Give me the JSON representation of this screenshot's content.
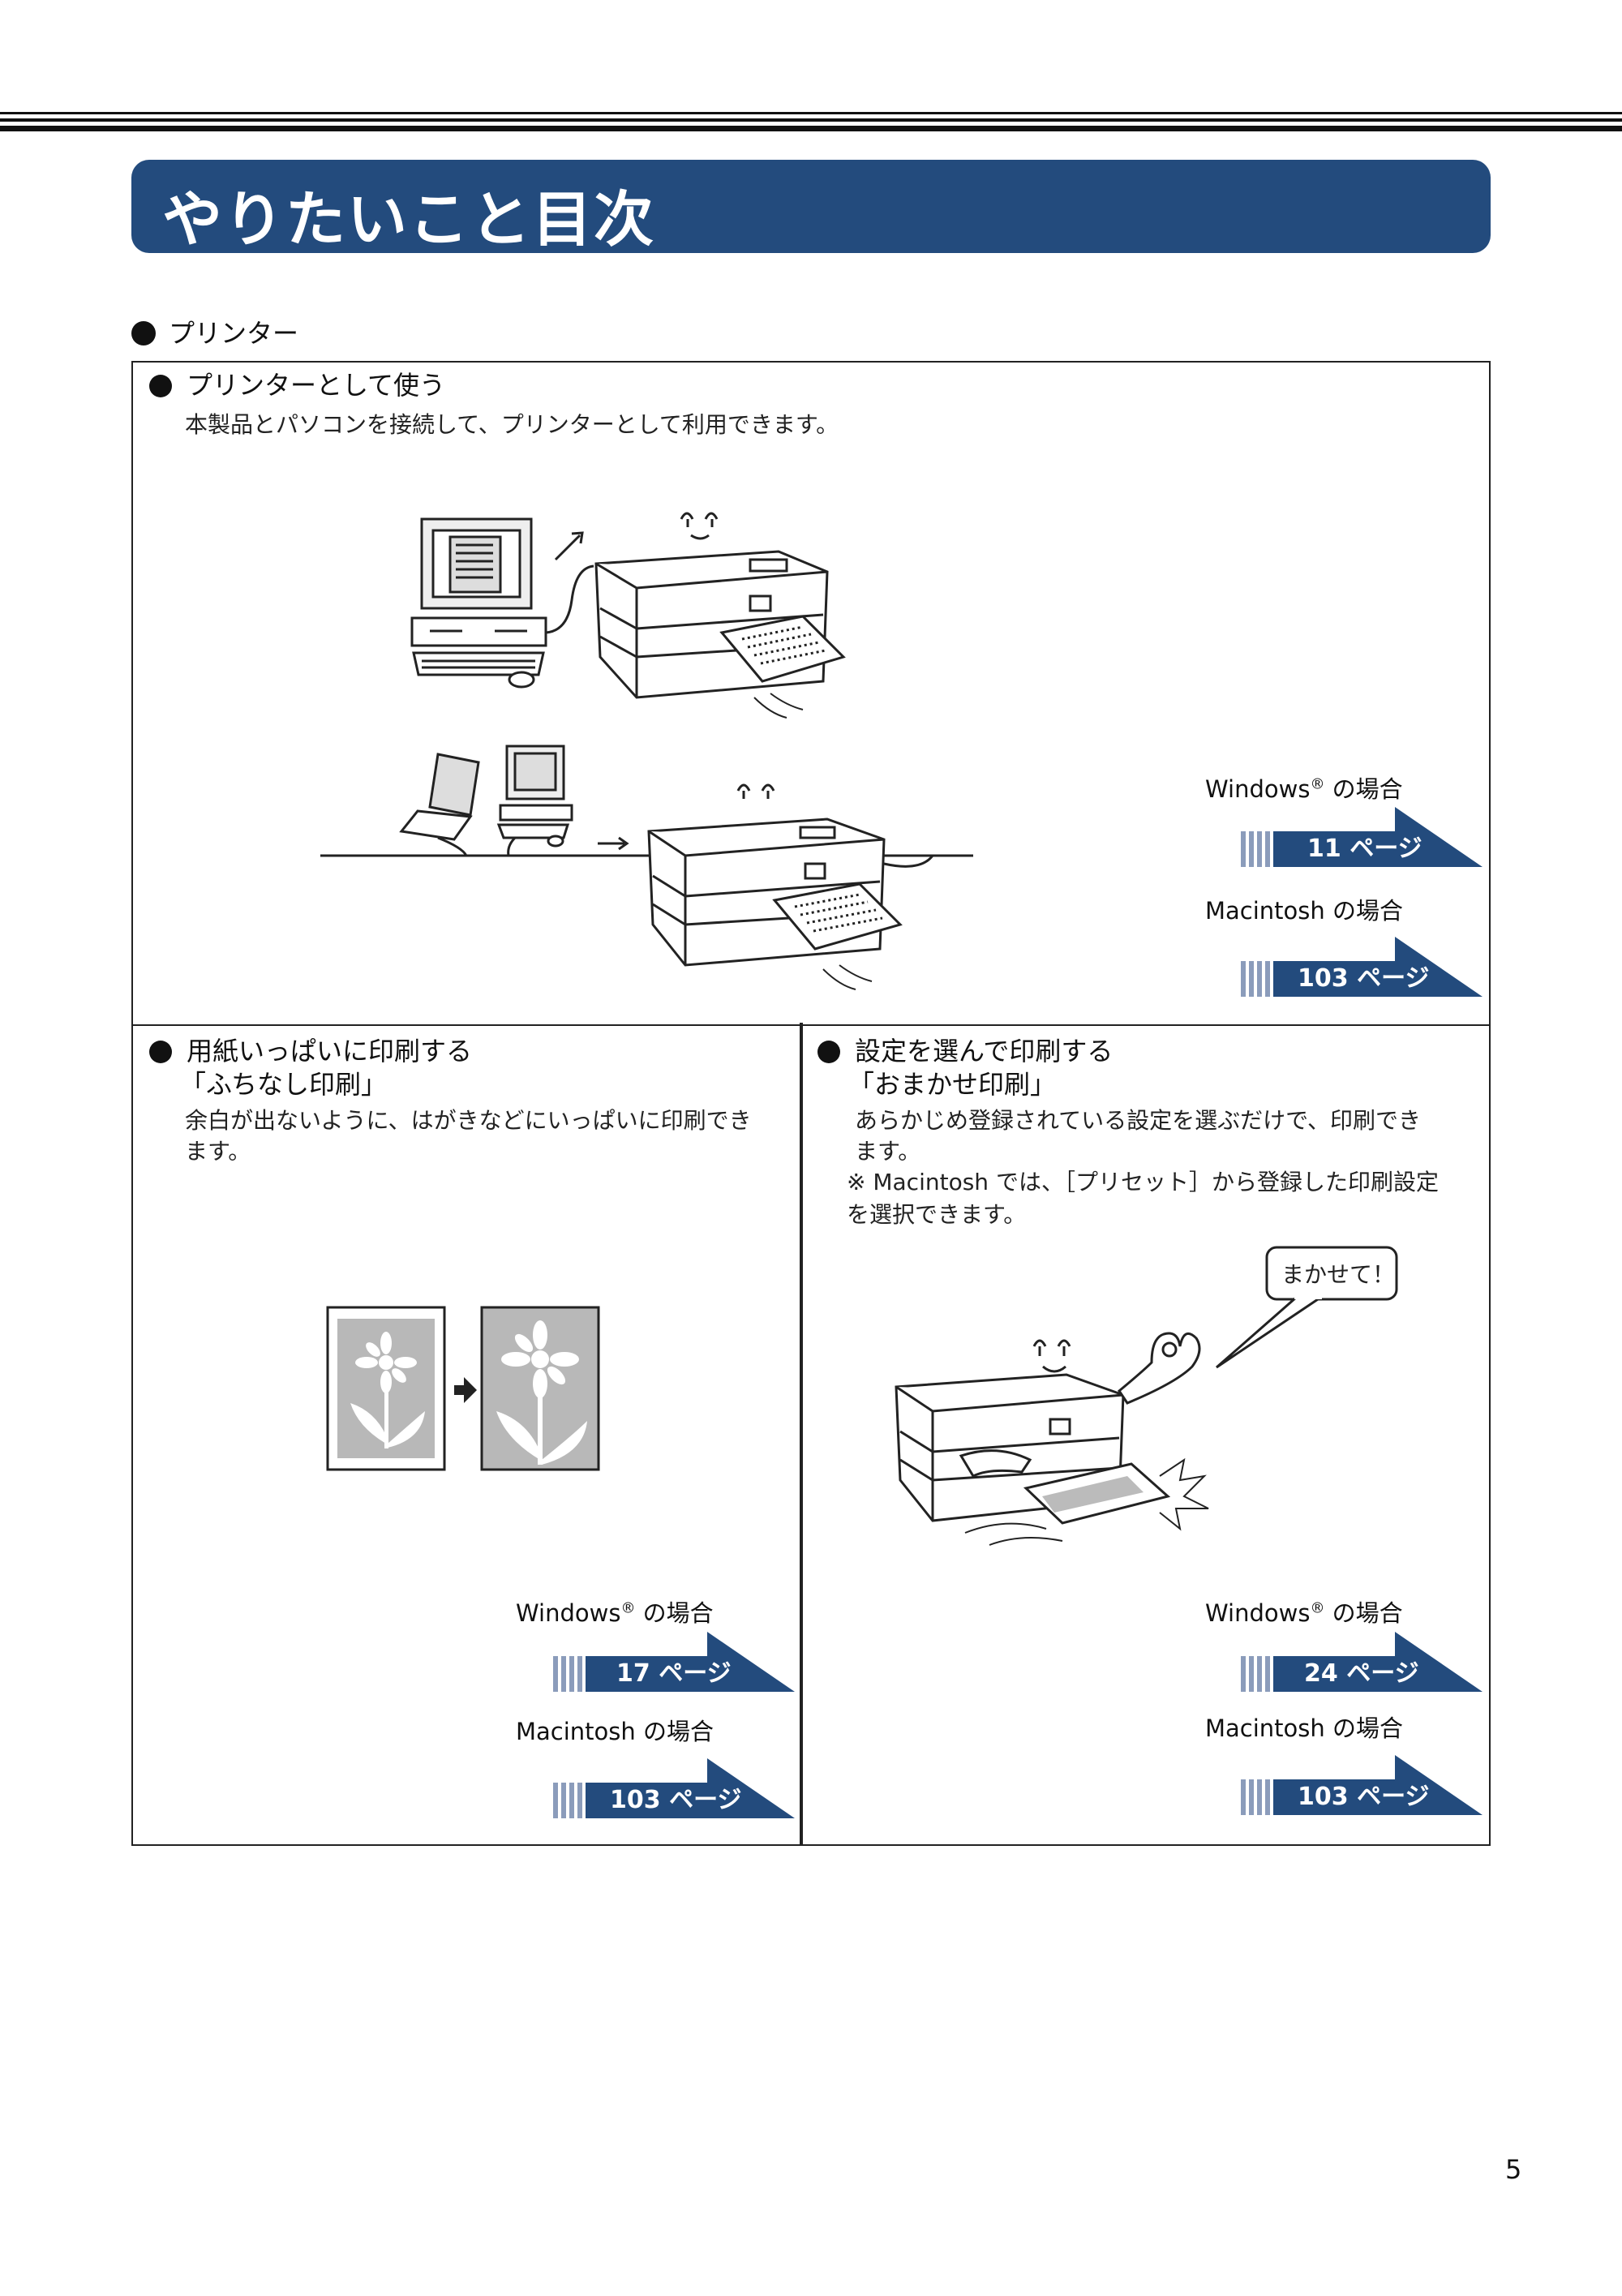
{
  "page_title": "やりたいこと目次",
  "section_heading": "プリンター",
  "items": [
    {
      "title": "プリンターとして使う",
      "subtitle": "",
      "description": "本製品とパソコンを接続して、プリンターとして利用できます。",
      "description_line2": "",
      "note": "",
      "note_line2": "",
      "links": [
        {
          "os": "Windows",
          "suffix": "の場合",
          "page": "11 ページ"
        },
        {
          "os": "Macintosh",
          "suffix": "の場合",
          "page": "103 ページ"
        }
      ]
    },
    {
      "title": "用紙いっぱいに印刷する",
      "subtitle": "「ふちなし印刷」",
      "description": "余白が出ないように、はがきなどにいっぱいに印刷でき",
      "description_line2": "ます。",
      "note": "",
      "note_line2": "",
      "links": [
        {
          "os": "Windows",
          "suffix": "の場合",
          "page": "17 ページ"
        },
        {
          "os": "Macintosh",
          "suffix": "の場合",
          "page": "103 ページ"
        }
      ]
    },
    {
      "title": "設定を選んで印刷する",
      "subtitle": "「おまかせ印刷」",
      "description": "あらかじめ登録されている設定を選ぶだけで、印刷でき",
      "description_line2": "ます。",
      "note": "※ Macintosh では、［プリセット］から登録した印刷設定",
      "note_line2": "を選択できます。",
      "speech_bubble": "まかせて！",
      "links": [
        {
          "os": "Windows",
          "suffix": "の場合",
          "page": "24 ページ"
        },
        {
          "os": "Macintosh",
          "suffix": "の場合",
          "page": "103 ページ"
        }
      ]
    }
  ],
  "registered_mark": "®",
  "page_number": "5",
  "colors": {
    "accent": "#234b7d",
    "stripe": "#8b9cbb",
    "border": "#222222"
  },
  "icons": [
    "computer-icon",
    "printer-icon",
    "laptop-icon",
    "flower-icon",
    "ok-hand-icon"
  ]
}
